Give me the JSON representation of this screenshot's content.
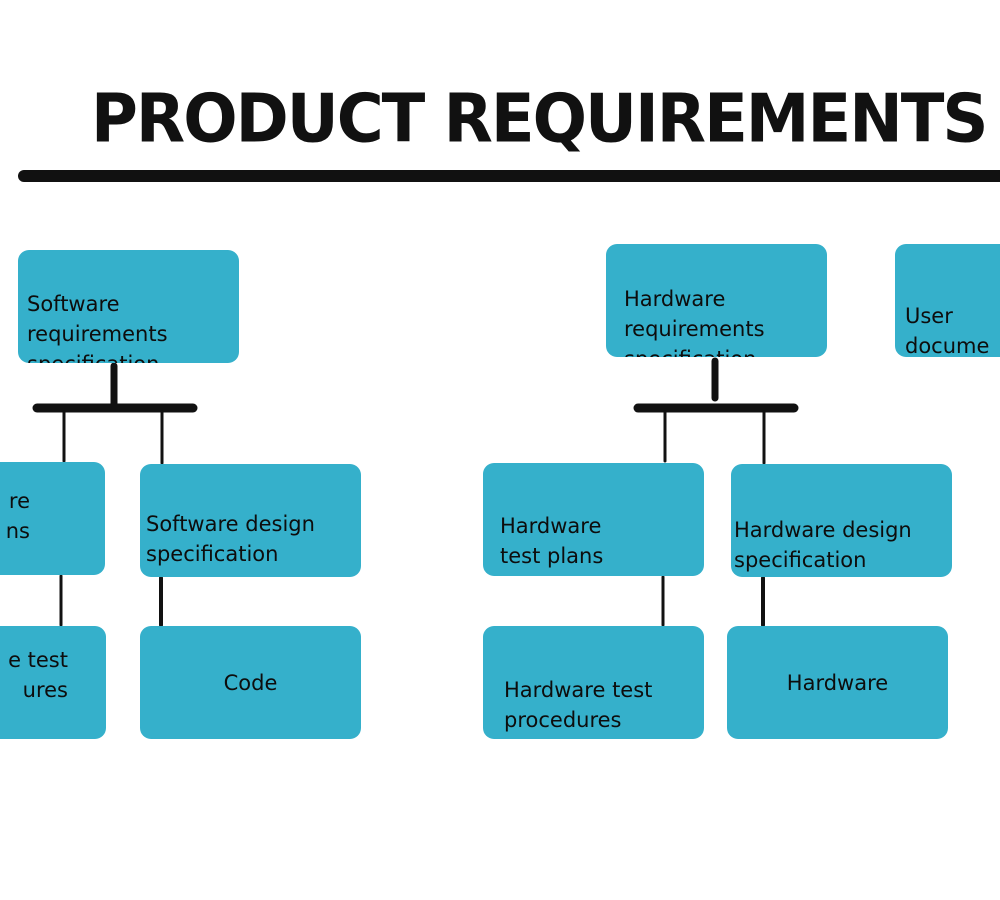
{
  "title": "PRODUCT REQUIREMENTS",
  "nodes": {
    "software_requirements": "Software\nrequirements\nspecification",
    "software_test_plans": "re\nns",
    "software_design": "Software design\nspecification",
    "software_test_procedures": "e test\nures",
    "code": "Code",
    "hardware_requirements": "Hardware\nrequirements\nspecification",
    "user_documentation": "User\ndocume",
    "hardware_test_plans": "Hardware\ntest plans",
    "hardware_design": "Hardware design\nspecification",
    "hardware_test_procedures": "Hardware test\nprocedures",
    "hardware": "Hardware"
  },
  "colors": {
    "node_fill": "#35b0cb",
    "text": "#0d0d0d",
    "lines": "#111111"
  }
}
